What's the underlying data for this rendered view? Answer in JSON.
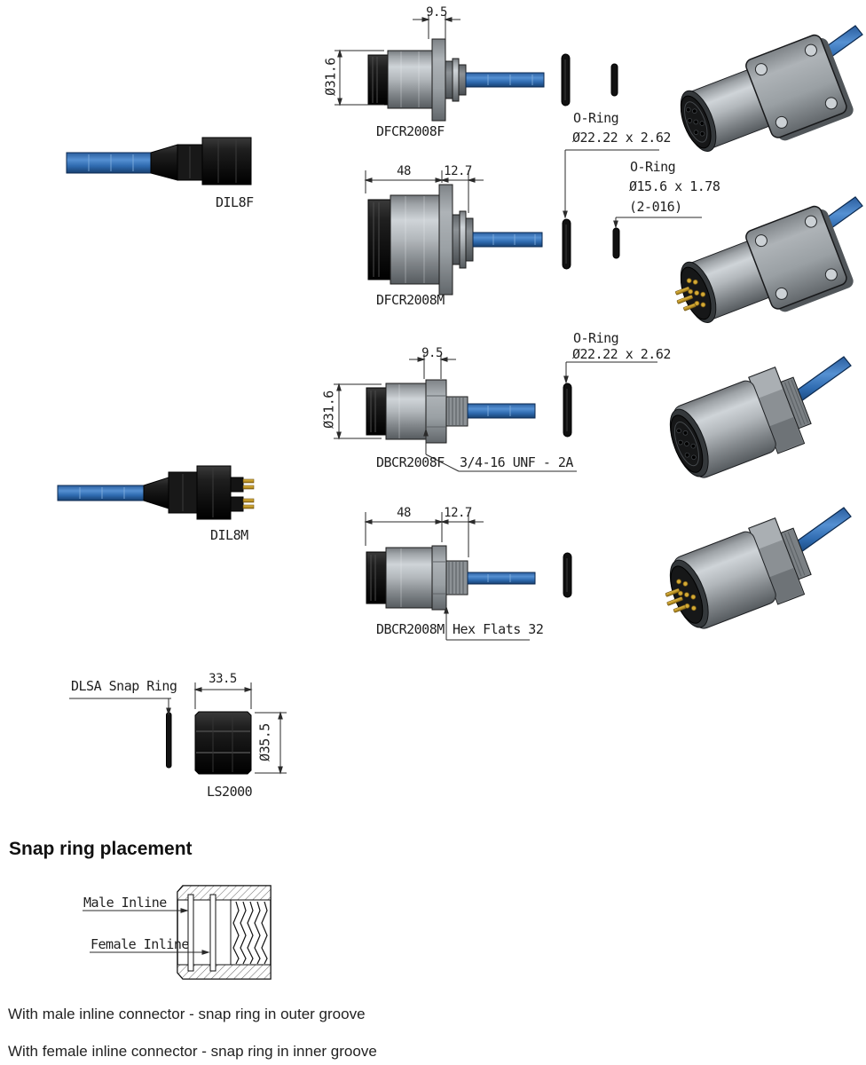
{
  "heading": "Snap ring placement",
  "notes": {
    "male": "With male inline connector - snap ring in outer groove",
    "female": "With female inline connector - snap ring in inner groove"
  },
  "placement": {
    "male": "Male Inline",
    "female": "Female Inline"
  },
  "parts": {
    "dil8f": {
      "label": "DIL8F"
    },
    "dil8m": {
      "label": "DIL8M"
    },
    "dfcr2008f": {
      "label": "DFCR2008F",
      "dim_flange_width": "9.5",
      "dim_diameter": "Ø31.6"
    },
    "dfcr2008m": {
      "label": "DFCR2008M",
      "dim_body_length": "48",
      "dim_tail_length": "12.7"
    },
    "dbcr2008f": {
      "label": "DBCR2008F",
      "dim_flange_width": "9.5",
      "dim_diameter": "Ø31.6",
      "thread_note": "3/4-16 UNF - 2A"
    },
    "dbcr2008m": {
      "label": "DBCR2008M",
      "dim_body_length": "48",
      "dim_tail_length": "12.7",
      "hex_note": "Hex Flats 32"
    },
    "ls2000": {
      "label": "LS2000",
      "dim_length": "33.5",
      "dim_diameter": "Ø35.5",
      "snap_ring_note": "DLSA Snap Ring"
    }
  },
  "orings": {
    "large_top": {
      "name": "O-Ring",
      "size": "Ø22.22 x 2.62"
    },
    "small": {
      "name": "O-Ring",
      "size": "Ø15.6 x 1.78",
      "code": "(2-016)"
    },
    "large_mid": {
      "name": "O-Ring",
      "size": "Ø22.22 x 2.62"
    }
  }
}
